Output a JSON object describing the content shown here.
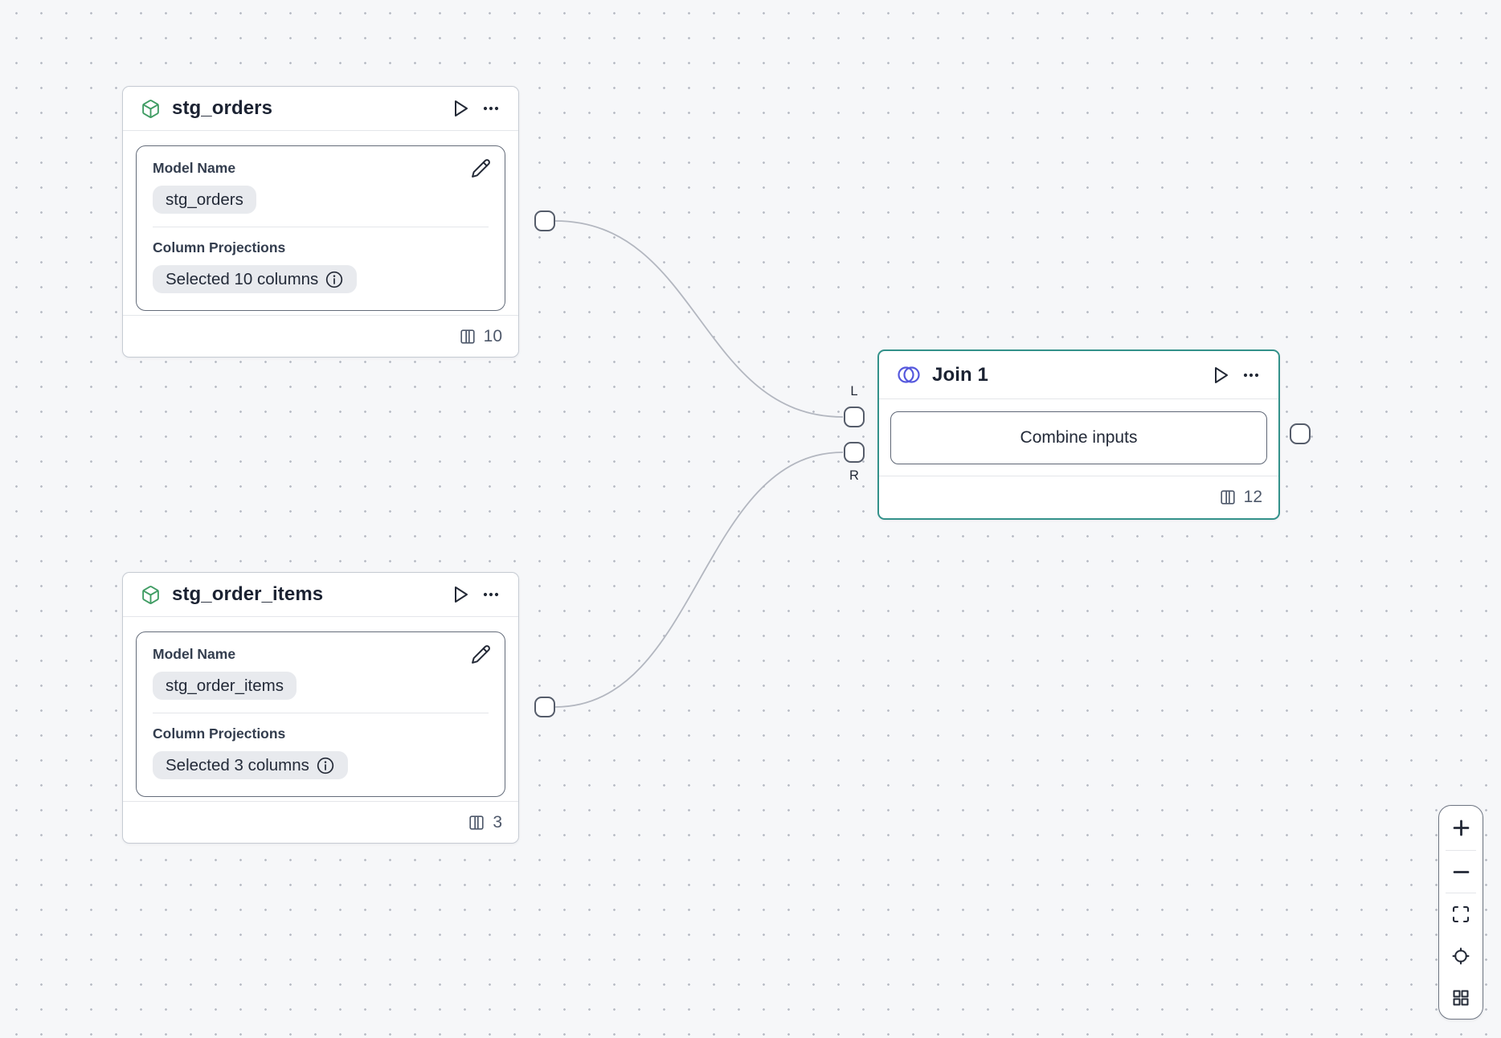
{
  "canvas": {
    "bg_color": "#f6f7f9",
    "dot_color": "#b9bdc6",
    "edge_color": "#b3b7c0"
  },
  "colors": {
    "node_border": "#c6cbd3",
    "selected_node_border": "#33918a",
    "model_icon_green": "#3f9c63",
    "join_icon_indigo": "#5558dd",
    "pill_bg": "#e8eaee",
    "text_dark": "#1b2232",
    "text_muted": "#4e586a"
  },
  "nodes": {
    "stg_orders": {
      "title": "stg_orders",
      "model_name_label": "Model Name",
      "model_name_value": "stg_orders",
      "projections_label": "Column Projections",
      "projections_value": "Selected 10 columns",
      "column_count": "10"
    },
    "stg_order_items": {
      "title": "stg_order_items",
      "model_name_label": "Model Name",
      "model_name_value": "stg_order_items",
      "projections_label": "Column Projections",
      "projections_value": "Selected 3 columns",
      "column_count": "3"
    },
    "join_1": {
      "title": "Join 1",
      "combine_button_label": "Combine inputs",
      "column_count": "12",
      "left_input_label": "L",
      "right_input_label": "R"
    }
  },
  "icons": {
    "model_header": "box-icon",
    "join_header": "venn-join-icon",
    "run": "play-icon",
    "menu": "ellipsis-icon",
    "edit": "pencil-icon",
    "info": "info-circle-icon",
    "columns_count": "columns-icon",
    "zoom_in": "plus-icon",
    "zoom_out": "minus-icon",
    "fit_view": "maximize-icon",
    "locate": "locate-icon",
    "overview": "grid-icon"
  }
}
